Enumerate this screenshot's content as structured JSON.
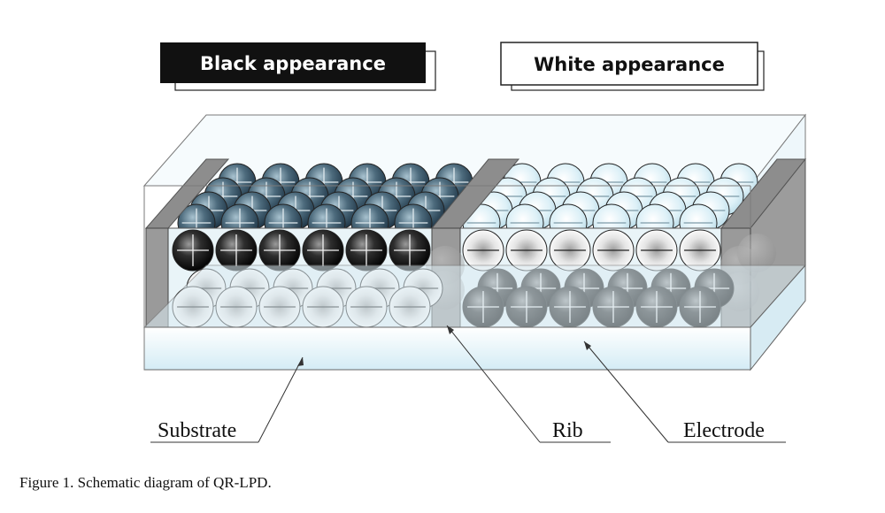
{
  "labels": {
    "black_appearance": "Black appearance",
    "white_appearance": "White appearance"
  },
  "callouts": {
    "substrate": "Substrate",
    "rib": "Rib",
    "electrode": "Electrode"
  },
  "caption": "Figure 1. Schematic diagram of QR-LPD.",
  "colors": {
    "black_particle": "#1a1a1a",
    "white_particle": "#ffffff",
    "back_dark_particle": "#4d6b7d",
    "back_light_particle": "#d6ecf4",
    "rib": "#9a9a9a",
    "substrate": "#dff1f8"
  },
  "particle_signs": {
    "black": "+",
    "white": "−"
  }
}
